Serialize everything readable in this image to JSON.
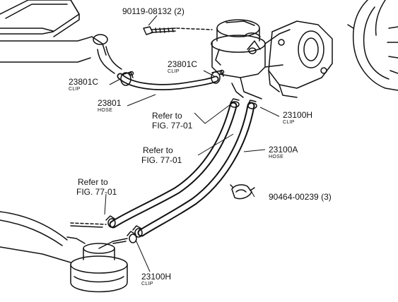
{
  "labels": {
    "bolt_part": "90119-08132",
    "bolt_qty": "(2)",
    "clip_top_part": "23801C",
    "clip_top_name": "CLIP",
    "clip_left_part": "23801C",
    "clip_left_name": "CLIP",
    "hose_part": "23801",
    "hose_name": "HOSE",
    "ref1_line1": "Refer to",
    "ref1_line2": "FIG. 77-01",
    "clip_h_top_part": "23100H",
    "clip_h_top_name": "CLIP",
    "ref2_line1": "Refer to",
    "ref2_line2": "FIG. 77-01",
    "hose_a_part": "23100A",
    "hose_a_name": "HOSE",
    "ref3_line1": "Refer to",
    "ref3_line2": "FIG. 77-01",
    "clip_b_part": "90464-00239",
    "clip_b_qty": "(3)",
    "clip_h_bottom_part": "23100H",
    "clip_h_bottom_name": "CLIP"
  }
}
